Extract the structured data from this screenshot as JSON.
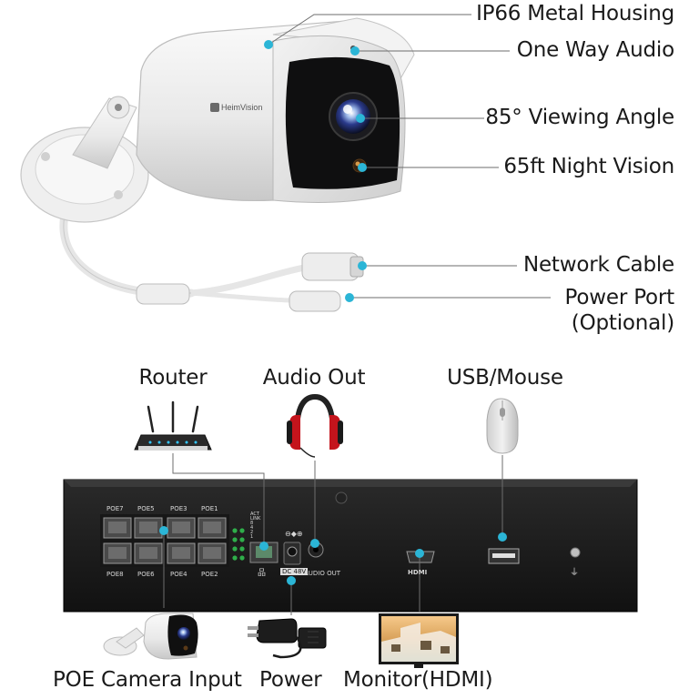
{
  "camera": {
    "brand": "HeimVision",
    "callouts": {
      "housing": "IP66 Metal Housing",
      "audio": "One Way Audio",
      "angle": "85° Viewing Angle",
      "night": "65ft Night Vision",
      "network": "Network Cable",
      "power_line1": "Power Port",
      "power_line2": "(Optional)"
    }
  },
  "connections": {
    "router": "Router",
    "audio_out": "Audio Out",
    "usb_mouse": "USB/Mouse",
    "poe_camera": "POE Camera Input",
    "power": "Power",
    "monitor": "Monitor(HDMI)"
  },
  "nvr": {
    "ports_top": [
      "POE7",
      "POE5",
      "POE3",
      "POE1"
    ],
    "ports_bottom": [
      "POE8",
      "POE6",
      "POE4",
      "POE2"
    ],
    "dc_label": "DC 48V",
    "audio_label": "AUDIO OUT",
    "hdmi_label": "HDMI",
    "led_labels": [
      "ACT",
      "LINK",
      "8",
      "4",
      "2",
      "1"
    ]
  },
  "colors": {
    "accent": "#2bb5d6",
    "line": "#6e6e6e",
    "nvr_body": "#1c1c1c"
  }
}
